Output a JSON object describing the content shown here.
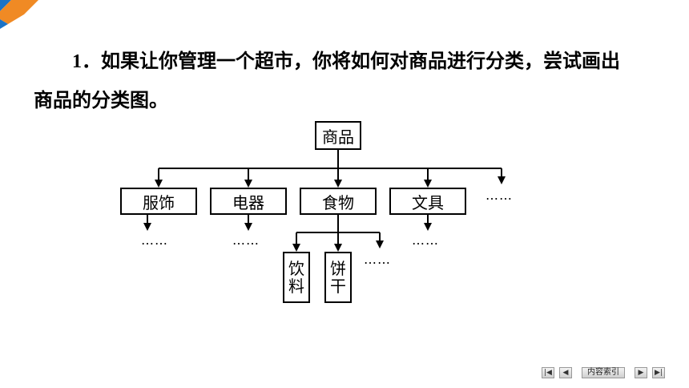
{
  "question": {
    "number": "1．",
    "line1": "如果让你管理一个超市，你将如何对商品进行分类，尝试画出",
    "line2": "商品的分类图。"
  },
  "diagram": {
    "root": "商品",
    "categories": [
      "服饰",
      "电器",
      "食物",
      "文具"
    ],
    "ellipsis": "……",
    "food_subcategories": [
      {
        "top": "饮",
        "bottom": "料"
      },
      {
        "top": "饼",
        "bottom": "干"
      }
    ]
  },
  "nav": {
    "first": "|◀",
    "prev": "◀",
    "index_label": "内容索引",
    "next": "▶",
    "last": "▶|"
  },
  "colors": {
    "corner_blue": "#1a73c7",
    "corner_orange": "#f08a24"
  }
}
